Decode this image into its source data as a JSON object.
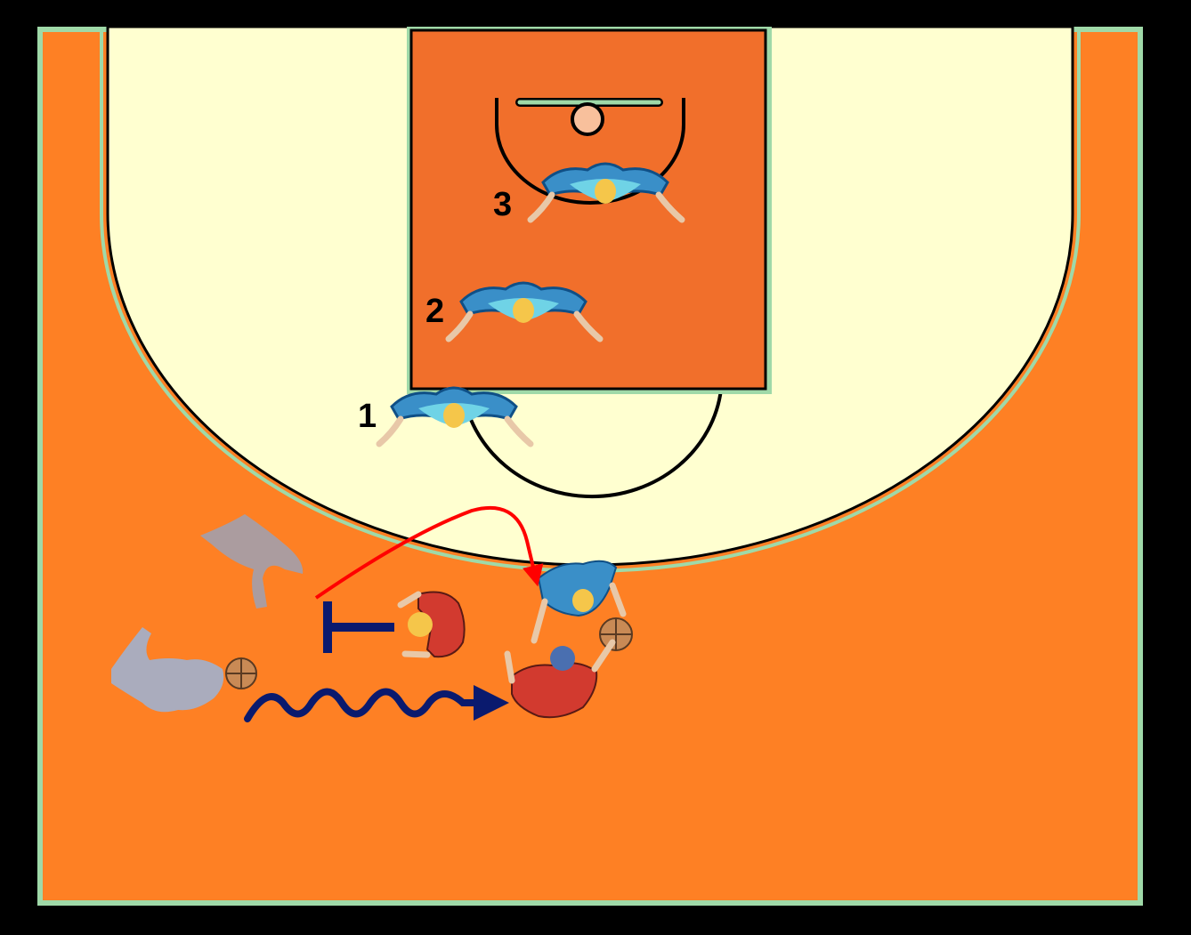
{
  "colors": {
    "background": "#000000",
    "court": "#FE8024",
    "key": "#F16F2B",
    "arc_area": "#FFFFD0",
    "edge_line": "#9FD9A8",
    "basket": "#F8C09C",
    "defender_shirt": "#3A8FC8",
    "offense_shirt": "#D23A2F",
    "pass_arrow": "#FF0000",
    "dribble_arrow": "#0A1A6E",
    "screen_mark": "#0A1A6E"
  },
  "players": {
    "defender_1": {
      "label": "1",
      "role": "defender"
    },
    "defender_2": {
      "label": "2",
      "role": "defender"
    },
    "defender_3": {
      "label": "3",
      "role": "defender"
    }
  },
  "icons": {
    "ball": "basketball-icon",
    "screen": "screen-mark-icon",
    "pass": "pass-arrow-icon",
    "dribble": "dribble-arrow-icon"
  }
}
